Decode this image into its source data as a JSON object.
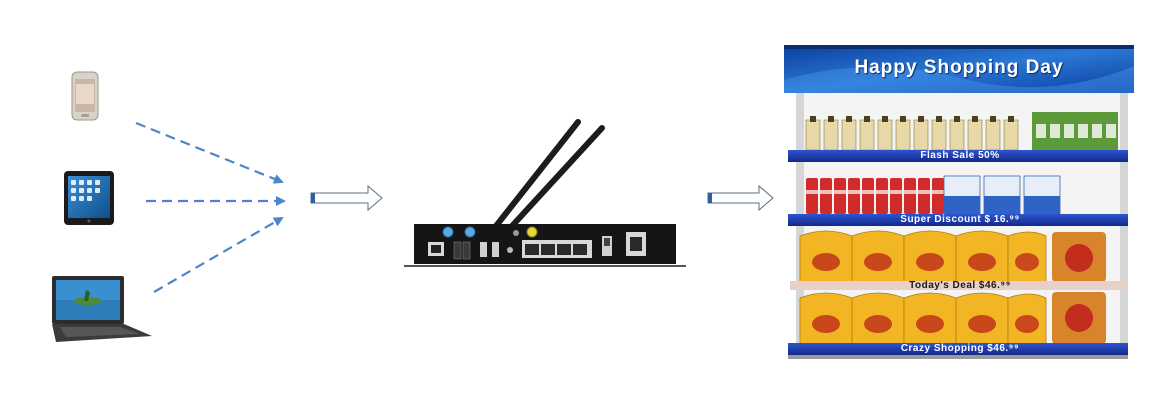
{
  "diagram": {
    "sources": [
      {
        "icon": "smartphone-icon"
      },
      {
        "icon": "tablet-icon"
      },
      {
        "icon": "laptop-icon"
      }
    ],
    "controller": {
      "icon": "led-controller-box-icon"
    },
    "display": {
      "banner_text": "Happy Shopping Day",
      "shelf_labels": [
        "Flash Sale   50%",
        "Super Discount   $ 16.⁹⁹",
        "Today's Deal   $46.⁹⁹",
        "Crazy Shopping $46.⁹⁹"
      ]
    },
    "colors": {
      "arrow_blue": "#4a86c8",
      "banner_blue": "#1f5fb8",
      "shelf_blue": "#1a3aa8",
      "chips_yellow": "#f2b624"
    }
  }
}
